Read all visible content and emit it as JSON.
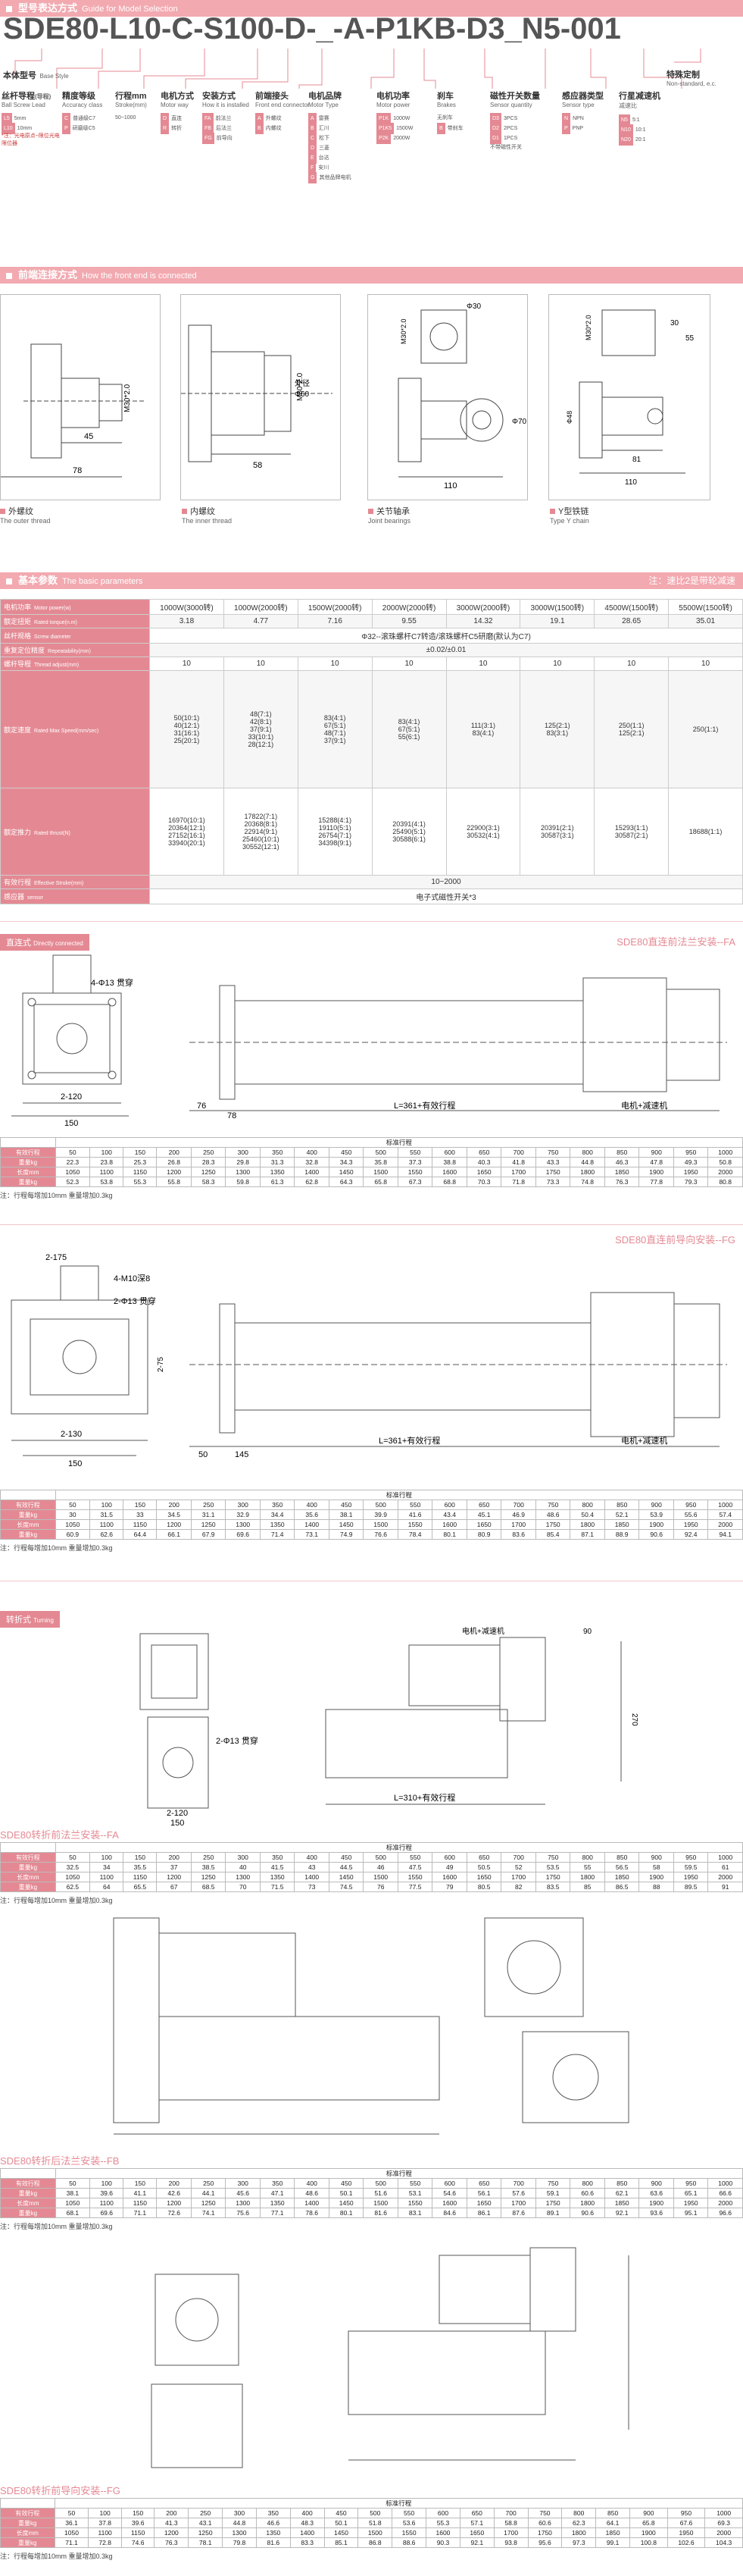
{
  "header": {
    "section_cn": "型号表达方式",
    "section_en": "Guide for Model Selection",
    "model_prefix": "SDE80",
    "model_parts": [
      "-L10",
      "-C",
      "-S100",
      "-D",
      "-_",
      "-A",
      "-P1KB",
      "-D3",
      "_N5",
      "-001"
    ],
    "base_style_cn": "本体型号",
    "base_style_en": "Base Style",
    "special_cn": "特殊定制",
    "special_en": "Non-standard, e.c."
  },
  "selector": [
    {
      "cn": "丝杆导程",
      "unit": "(导程)",
      "en": "Ball Screw Lead",
      "opts": [
        [
          "L5",
          "5mm"
        ],
        [
          "L10",
          "10mm"
        ]
      ],
      "note": "*注：光电原点~限位光电限位器"
    },
    {
      "cn": "精度等级",
      "en": "Accuracy class",
      "opts": [
        [
          "C",
          "普通级C7"
        ],
        [
          "P",
          "研磨级C5"
        ]
      ]
    },
    {
      "cn": "行程mm",
      "en": "Stroke(mm)",
      "opts": [
        [
          "",
          "50~1000"
        ]
      ]
    },
    {
      "cn": "电机方式",
      "en": "Motor way",
      "opts": [
        [
          "D",
          "直连"
        ],
        [
          "R",
          "转折"
        ]
      ]
    },
    {
      "cn": "安装方式",
      "en": "How it is installed",
      "opts": [
        [
          "FA",
          "前法兰"
        ],
        [
          "FB",
          "后法兰"
        ],
        [
          "FG",
          "前导向"
        ]
      ]
    },
    {
      "cn": "前端接头",
      "en": "Front end connector",
      "opts": [
        [
          "A",
          "外螺纹"
        ],
        [
          "B",
          "内螺纹"
        ]
      ]
    },
    {
      "cn": "电机品牌",
      "en": "Motor Type",
      "opts": [
        [
          "A",
          "雷赛"
        ],
        [
          "B",
          "汇川"
        ],
        [
          "C",
          "松下"
        ],
        [
          "D",
          "三菱"
        ],
        [
          "E",
          "台达"
        ],
        [
          "F",
          "安川"
        ],
        [
          "G",
          "其他品牌电机"
        ]
      ]
    },
    {
      "cn": "电机功率",
      "en": "Motor power",
      "opts": [
        [
          "P1K",
          "1000W"
        ],
        [
          "P1K5",
          "1500W"
        ],
        [
          "P2K",
          "2000W"
        ]
      ]
    },
    {
      "cn": "刹车",
      "en": "Brakes",
      "opts": [
        [
          "",
          "无刹车"
        ],
        [
          "B",
          "带刹车"
        ]
      ]
    },
    {
      "cn": "磁性开关数量",
      "en": "Sensor quantity",
      "opts": [
        [
          "D3",
          "3PCS"
        ],
        [
          "D2",
          "2PCS"
        ],
        [
          "D1",
          "1PCS"
        ],
        [
          "",
          "不带磁性开关"
        ]
      ]
    },
    {
      "cn": "感应器类型",
      "en": "Sensor type",
      "opts": [
        [
          "N",
          "NPN"
        ],
        [
          "P",
          "PNP"
        ]
      ]
    },
    {
      "cn": "行星减速机",
      "en": "减速比",
      "opts": [
        [
          "N5",
          "5:1"
        ],
        [
          "N10",
          "10:1"
        ],
        [
          "N20",
          "20:1"
        ]
      ]
    }
  ],
  "front_end": {
    "section_cn": "前端连接方式",
    "section_en": "How the front end is connected",
    "items": [
      {
        "cn": "外螺纹",
        "en": "The outer thread",
        "dims": [
          "M30*2.0",
          "45",
          "78"
        ]
      },
      {
        "cn": "内螺纹",
        "en": "The inner thread",
        "dims": [
          "M30*2.0",
          "58",
          "外径",
          "Φ60"
        ]
      },
      {
        "cn": "关节轴承",
        "en": "Joint bearings",
        "dims": [
          "M30*2.0",
          "Φ30",
          "Φ70",
          "110"
        ]
      },
      {
        "cn": "Y型铁链",
        "en": "Type Y chain",
        "dims": [
          "M30*2.0",
          "Φ48",
          "81",
          "110",
          "30",
          "55"
        ]
      }
    ]
  },
  "params": {
    "section_cn": "基本参数",
    "section_en": "The basic parameters",
    "note": "注：速比2是带轮减速",
    "rows": [
      {
        "cn": "电机功率",
        "en": "Motor power(w)",
        "cells": [
          "1000W(3000转)",
          "1000W(2000转)",
          "1500W(2000转)",
          "2000W(2000转)",
          "3000W(2000转)",
          "3000W(1500转)",
          "4500W(1500转)",
          "5500W(1500转)"
        ]
      },
      {
        "cn": "额定扭矩",
        "en": "Rated torque(n.m)",
        "cells": [
          "3.18",
          "4.77",
          "7.16",
          "9.55",
          "14.32",
          "19.1",
          "28.65",
          "35.01"
        ]
      },
      {
        "cn": "丝杆规格",
        "en": "Screw diameter",
        "span": "Φ32--滚珠螺杆C7转造/滚珠螺杆C5研磨(默认为C7)"
      },
      {
        "cn": "重复定位精度",
        "en": "Repeatability(mm)",
        "span": "±0.02/±0.01"
      },
      {
        "cn": "螺杆导程",
        "en": "Thread adjust(mm)",
        "cells": [
          "10",
          "10",
          "10",
          "10",
          "10",
          "10",
          "10",
          "10"
        ]
      },
      {
        "cn": "额定速度",
        "en": "Rated Max Speed(mm/sec)",
        "cells": [
          "50(10:1)\n40(12:1)\n31(16:1)\n25(20:1)",
          "48(7:1)\n42(8:1)\n37(9:1)\n33(10:1)\n28(12:1)",
          "83(4:1)\n67(5:1)\n48(7:1)\n37(9:1)",
          "83(4:1)\n67(5:1)\n55(6:1)",
          "111(3:1)\n83(4:1)",
          "125(2:1)\n83(3:1)",
          "250(1:1)\n125(2:1)",
          "250(1:1)"
        ]
      },
      {
        "cn": "额定推力",
        "en": "Rated thrust(N)",
        "cells": [
          "16970(10:1)\n20364(12:1)\n27152(16:1)\n33940(20:1)",
          "17822(7:1)\n20368(8:1)\n22914(9:1)\n25460(10:1)\n30552(12:1)",
          "15288(4:1)\n19110(5:1)\n26754(7:1)\n34398(9:1)",
          "20391(4:1)\n25490(5:1)\n30588(6:1)",
          "22900(3:1)\n30532(4:1)",
          "20391(2:1)\n30587(3:1)",
          "15293(1:1)\n30587(2:1)",
          "18688(1:1)"
        ]
      },
      {
        "cn": "有效行程",
        "en": "Effective Stroke(mm)",
        "span": "10~2000"
      },
      {
        "cn": "感应器",
        "en": "sensor",
        "span": "电子式磁性开关*3"
      }
    ]
  },
  "direct": {
    "tag_cn": "直连式",
    "tag_en": "Directly connected",
    "fa_title": "SDE80直连前法兰安装--FA",
    "fg_title": "SDE80直连前导向安装--FG",
    "fa_dims": [
      "4-Φ13 贯穿",
      "2-120",
      "150",
      "76",
      "78",
      "L=361+有效行程",
      "电机+减速机"
    ],
    "fg_dims": [
      "4-M10深8",
      "2-175",
      "2-Φ13 贯穿",
      "2-130",
      "150",
      "2-75",
      "50",
      "145",
      "L=361+有效行程",
      "电机+减速机"
    ]
  },
  "turning": {
    "tag_cn": "转折式",
    "tag_en": "Turning",
    "fa_title": "SDE80转折前法兰安装--FA",
    "fb_title": "SDE80转折后法兰安装--FB",
    "fg_title": "SDE80转折前导向安装--FG",
    "dims": [
      "电机+减速机",
      "90",
      "270",
      "2-Φ13 贯穿",
      "2-120",
      "150",
      "L=310+有效行程"
    ]
  },
  "stroke_table": {
    "top": "标准行程",
    "label_stroke": "有效行程",
    "label_weight": "重量kg",
    "label_standard": "长度mm",
    "strokes": [
      "50",
      "100",
      "150",
      "200",
      "250",
      "300",
      "350",
      "400",
      "450",
      "500",
      "550",
      "600",
      "650",
      "700",
      "750",
      "800",
      "850",
      "900",
      "950",
      "1000"
    ],
    "note": "注：行程每增加10mm 重量增加0.3kg"
  },
  "tables": [
    {
      "w1": [
        "22.3",
        "23.8",
        "25.3",
        "26.8",
        "28.3",
        "29.8",
        "31.3",
        "32.8",
        "34.3",
        "35.8",
        "37.3",
        "38.8",
        "40.3",
        "41.8",
        "43.3",
        "44.8",
        "46.3",
        "47.8",
        "49.3",
        "50.8"
      ],
      "len": [
        "1050",
        "1100",
        "1150",
        "1200",
        "1250",
        "1300",
        "1350",
        "1400",
        "1450",
        "1500",
        "1550",
        "1600",
        "1650",
        "1700",
        "1750",
        "1800",
        "1850",
        "1900",
        "1950",
        "2000"
      ],
      "w2": [
        "52.3",
        "53.8",
        "55.3",
        "55.8",
        "58.3",
        "59.8",
        "61.3",
        "62.8",
        "64.3",
        "65.8",
        "67.3",
        "68.8",
        "70.3",
        "71.8",
        "73.3",
        "74.8",
        "76.3",
        "77.8",
        "79.3",
        "80.8"
      ]
    },
    {
      "w1": [
        "30",
        "31.5",
        "33",
        "34.5",
        "31.1",
        "32.9",
        "34.4",
        "35.6",
        "38.1",
        "39.9",
        "41.6",
        "43.4",
        "45.1",
        "46.9",
        "48.6",
        "50.4",
        "52.1",
        "53.9",
        "55.6",
        "57.4"
      ],
      "len": [
        "1050",
        "1100",
        "1150",
        "1200",
        "1250",
        "1300",
        "1350",
        "1400",
        "1450",
        "1500",
        "1550",
        "1600",
        "1650",
        "1700",
        "1750",
        "1800",
        "1850",
        "1900",
        "1950",
        "2000"
      ],
      "w2": [
        "60.9",
        "62.6",
        "64.4",
        "66.1",
        "67.9",
        "69.6",
        "71.4",
        "73.1",
        "74.9",
        "76.6",
        "78.4",
        "80.1",
        "80.9",
        "83.6",
        "85.4",
        "87.1",
        "88.9",
        "90.6",
        "92.4",
        "94.1"
      ]
    },
    {
      "w1": [
        "32.5",
        "34",
        "35.5",
        "37",
        "38.5",
        "40",
        "41.5",
        "43",
        "44.5",
        "46",
        "47.5",
        "49",
        "50.5",
        "52",
        "53.5",
        "55",
        "56.5",
        "58",
        "59.5",
        "61"
      ],
      "len": [
        "1050",
        "1100",
        "1150",
        "1200",
        "1250",
        "1300",
        "1350",
        "1400",
        "1450",
        "1500",
        "1550",
        "1600",
        "1650",
        "1700",
        "1750",
        "1800",
        "1850",
        "1900",
        "1950",
        "2000"
      ],
      "w2": [
        "62.5",
        "64",
        "65.5",
        "67",
        "68.5",
        "70",
        "71.5",
        "73",
        "74.5",
        "76",
        "77.5",
        "79",
        "80.5",
        "82",
        "83.5",
        "85",
        "86.5",
        "88",
        "89.5",
        "91"
      ]
    },
    {
      "w1": [
        "38.1",
        "39.6",
        "41.1",
        "42.6",
        "44.1",
        "45.6",
        "47.1",
        "48.6",
        "50.1",
        "51.6",
        "53.1",
        "54.6",
        "56.1",
        "57.6",
        "59.1",
        "60.6",
        "62.1",
        "63.6",
        "65.1",
        "66.6"
      ],
      "len": [
        "1050",
        "1100",
        "1150",
        "1200",
        "1250",
        "1300",
        "1350",
        "1400",
        "1450",
        "1500",
        "1550",
        "1600",
        "1650",
        "1700",
        "1750",
        "1800",
        "1850",
        "1900",
        "1950",
        "2000"
      ],
      "w2": [
        "68.1",
        "69.6",
        "71.1",
        "72.6",
        "74.1",
        "75.6",
        "77.1",
        "78.6",
        "80.1",
        "81.6",
        "83.1",
        "84.6",
        "86.1",
        "87.6",
        "89.1",
        "90.6",
        "92.1",
        "93.6",
        "95.1",
        "96.6"
      ]
    },
    {
      "w1": [
        "36.1",
        "37.8",
        "39.6",
        "41.3",
        "43.1",
        "44.8",
        "46.6",
        "48.3",
        "50.1",
        "51.8",
        "53.6",
        "55.3",
        "57.1",
        "58.8",
        "60.6",
        "62.3",
        "64.1",
        "65.8",
        "67.6",
        "69.3"
      ],
      "len": [
        "1050",
        "1100",
        "1150",
        "1200",
        "1250",
        "1300",
        "1350",
        "1400",
        "1450",
        "1500",
        "1550",
        "1600",
        "1650",
        "1700",
        "1750",
        "1800",
        "1850",
        "1900",
        "1950",
        "2000"
      ],
      "w2": [
        "71.1",
        "72.8",
        "74.6",
        "76.3",
        "78.1",
        "79.8",
        "81.6",
        "83.3",
        "85.1",
        "86.8",
        "88.6",
        "90.3",
        "92.1",
        "93.8",
        "95.6",
        "97.3",
        "99.1",
        "100.8",
        "102.6",
        "104.3"
      ]
    }
  ]
}
